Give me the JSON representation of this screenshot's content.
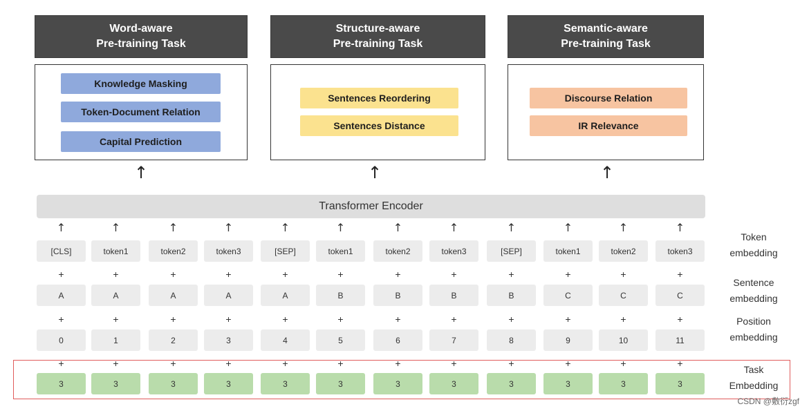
{
  "tasks": [
    {
      "header_line1": "Word-aware",
      "header_line2": "Pre-training Task",
      "color": "#8fa9dc",
      "items": [
        "Knowledge Masking",
        "Token-Document Relation",
        "Capital Prediction"
      ]
    },
    {
      "header_line1": "Structure-aware",
      "header_line2": "Pre-training Task",
      "color": "#fbe28f",
      "items": [
        "Sentences Reordering",
        "Sentences Distance"
      ]
    },
    {
      "header_line1": "Semantic-aware",
      "header_line2": "Pre-training Task",
      "color": "#f7c4a1",
      "items": [
        "Discourse Relation",
        "IR Relevance"
      ]
    }
  ],
  "encoder_label": "Transformer Encoder",
  "rows": {
    "token": [
      "[CLS]",
      "token1",
      "token2",
      "token3",
      "[SEP]",
      "token1",
      "token2",
      "token3",
      "[SEP]",
      "token1",
      "token2",
      "token3"
    ],
    "sentence": [
      "A",
      "A",
      "A",
      "A",
      "A",
      "B",
      "B",
      "B",
      "B",
      "C",
      "C",
      "C"
    ],
    "position": [
      "0",
      "1",
      "2",
      "3",
      "4",
      "5",
      "6",
      "7",
      "8",
      "9",
      "10",
      "11"
    ],
    "task": [
      "3",
      "3",
      "3",
      "3",
      "3",
      "3",
      "3",
      "3",
      "3",
      "3",
      "3",
      "3"
    ]
  },
  "labels": {
    "token": [
      "Token",
      "embedding"
    ],
    "sentence": [
      "Sentence",
      "embedding"
    ],
    "position": [
      "Position",
      "embedding"
    ],
    "task": [
      "Task",
      "Embedding"
    ]
  },
  "symbols": {
    "plus": "+",
    "arrow": "↑"
  },
  "watermark": "CSDN @敷衍zgf",
  "colors": {
    "header_bg": "#4a4a4a",
    "task_cell": "#b9dcab",
    "neutral_cell": "#ececec",
    "task_frame": "#e05b5b"
  }
}
